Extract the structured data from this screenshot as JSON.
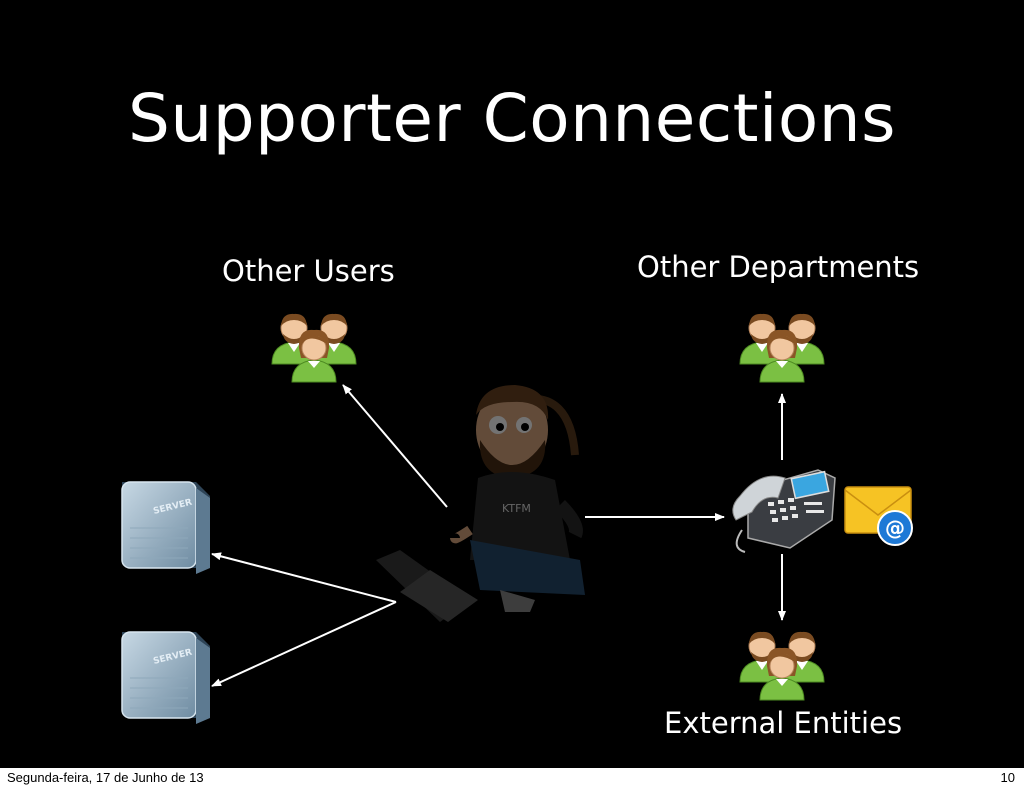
{
  "slide": {
    "title": "Supporter Connections",
    "labels": {
      "other_users": "Other Users",
      "other_departments": "Other Departments",
      "external_entities": "External Entities"
    },
    "icons": {
      "supporter": "person-with-laptop-icon",
      "servers": [
        "server-icon",
        "server-icon"
      ],
      "groups": [
        "user-group-icon",
        "user-group-icon",
        "user-group-icon"
      ],
      "phone": "desk-phone-icon",
      "email": "email-icon"
    },
    "colors": {
      "background": "#000000",
      "text": "#ffffff",
      "user_shirt": "#7bc043",
      "server": "#9fb7c8"
    }
  },
  "footer": {
    "date": "Segunda-feira, 17 de Junho de 13",
    "page": "10"
  }
}
